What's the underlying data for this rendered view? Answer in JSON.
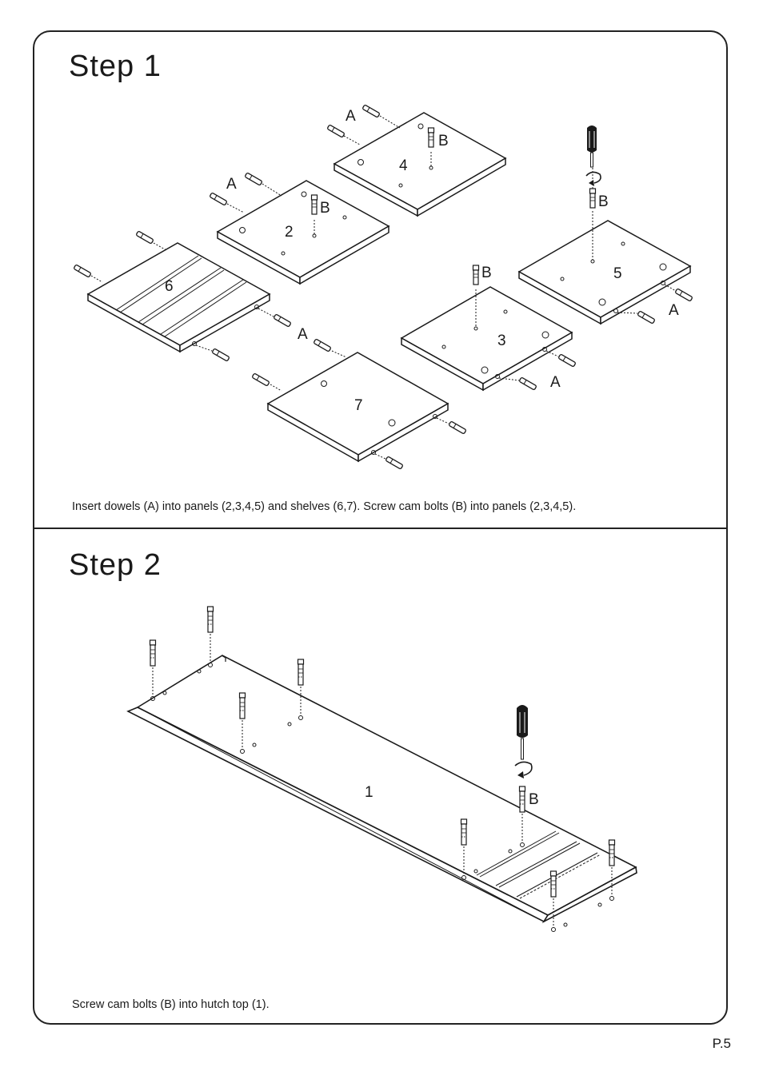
{
  "step1": {
    "title": "Step  1",
    "caption": "Insert dowels (A) into panels (2,3,4,5) and shelves (6,7). Screw cam bolts (B) into panels (2,3,4,5).",
    "panel_numbers": [
      "2",
      "3",
      "4",
      "5",
      "6",
      "7"
    ],
    "part_labels": {
      "dowel": "A",
      "cam_bolt": "B"
    }
  },
  "step2": {
    "title": "Step  2",
    "caption": "Screw cam bolts (B) into hutch top (1).",
    "panel_number": "1",
    "part_label": "B"
  },
  "page": {
    "number": "P.5"
  },
  "colors": {
    "line": "#1a1a1a",
    "background": "#ffffff"
  }
}
